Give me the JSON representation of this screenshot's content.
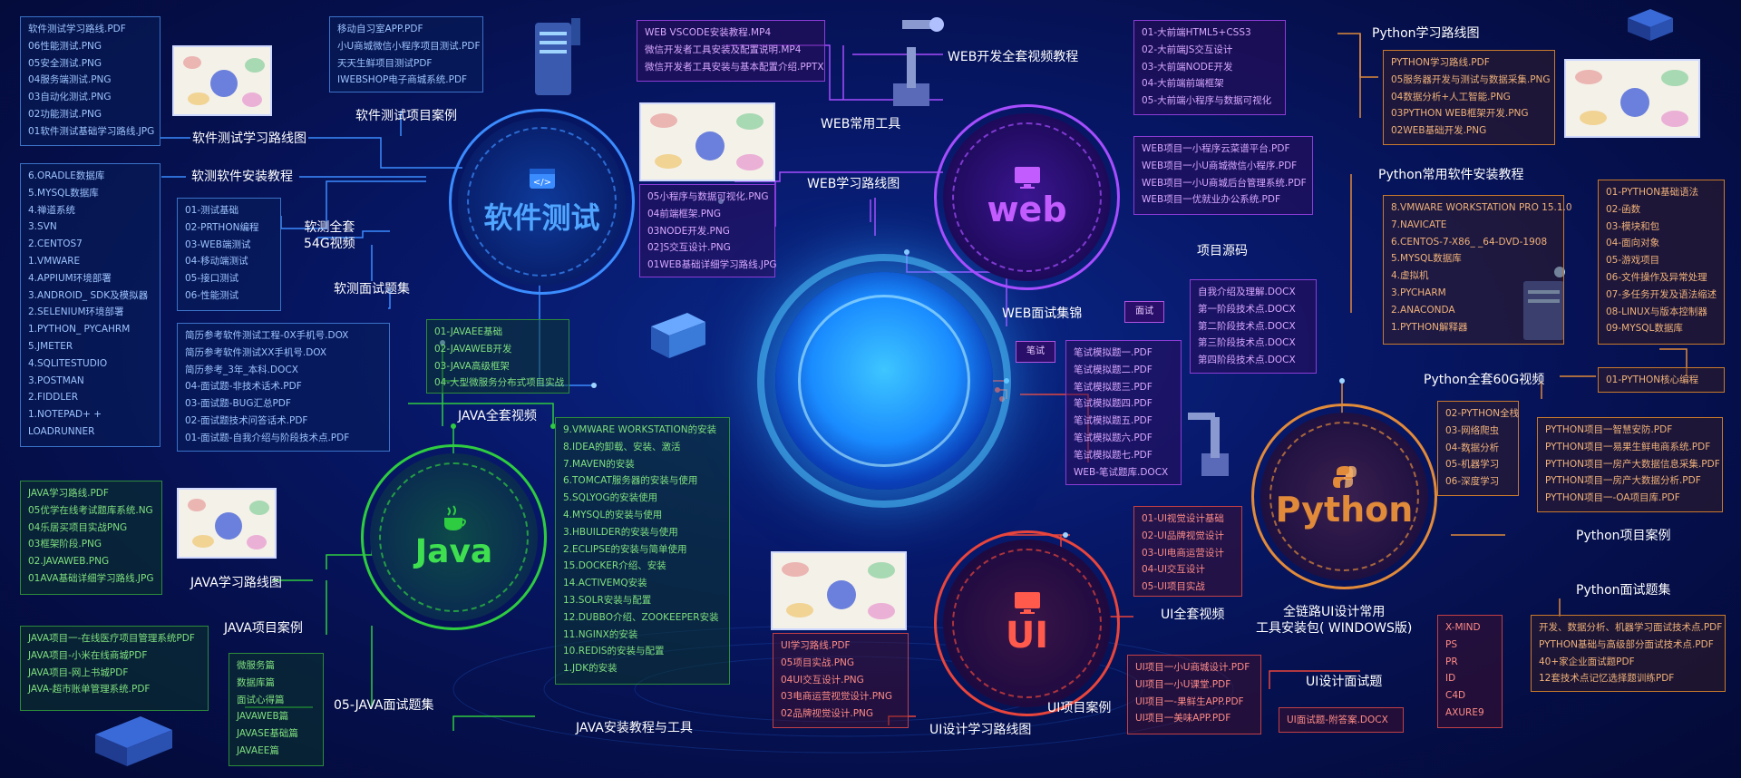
{
  "colors": {
    "test": "#3b8cff",
    "web": "#a64dff",
    "java": "#2ecc40",
    "ui": "#e8453c",
    "python": "#e08a3a",
    "center": "#2fb0ff"
  },
  "hubs": {
    "test": {
      "title": "软件测试",
      "icon": "code-window-icon"
    },
    "web": {
      "title": "web",
      "icon": "monitor-icon"
    },
    "java": {
      "title": "Java",
      "icon": "coffee-cup-icon"
    },
    "ui": {
      "title": "UI",
      "icon": "monitor-icon"
    },
    "python": {
      "title": "Python",
      "icon": "python-logo-icon"
    }
  },
  "test": {
    "roadmap_files": [
      "软件测试学习路线.PDF",
      "06性能测试.PNG",
      "05安全测试.PNG",
      "04服务端测试.PNG",
      "03自动化测试.PNG",
      "02功能测试.PNG",
      "01软件测试基础学习路线.JPG"
    ],
    "roadmap_label": "软件测试学习路线图",
    "projects": [
      "移动自习室APP.PDF",
      "小U商城微信小程序项目测试.PDF",
      "天天生鲜项目测试PDF",
      "IWEBSHOP电子商城系统.PDF"
    ],
    "projects_label": "软件测试项目案例",
    "tools_label": "软测软件安装教程",
    "tools": [
      "6.ORADLE数据库",
      "5.MYSQL数据库",
      "4.禅道系统",
      "3.SVN",
      "2.CENTOS7",
      "1.VMWARE",
      "4.APPIUM环境部署",
      "3.ANDROID_ SDK及模拟器",
      "2.SELENIUM环境部署",
      "1.PYTHON_ PYCAHRM",
      "5.JMETER",
      "4.SQLITESTUDIO",
      "3.POSTMAN",
      "2.FIDDLER",
      "1.NOTEPAD+ +",
      "LOADRUNNER"
    ],
    "video_label": "软测全套\n54G视频",
    "videos": [
      "01-测试基础",
      "02-PRTHON编程",
      "03-WEB端测试",
      "04-移动端测试",
      "05-接口测试",
      "06-性能测试"
    ],
    "interview_label": "软测面试题集",
    "interviews": [
      "简历参考软件测试工程-0X手机号.DOX",
      "简历参考软件测试XX手机号.DOX",
      "简历参考_3年_本科.DOCX",
      "04-面试题-非技术话术.PDF",
      "03-面试题-BUG汇总PDF",
      "02-面试题技术问答话术.PDF",
      "01-面试题-自我介绍与阶段技术点.PDF"
    ]
  },
  "web": {
    "tools": [
      "WEB VSCODE安装教程.MP4",
      "微信开发者工具安装及配置说明.MP4",
      "微信开发者工具安装与基本配置介绍.PPTX"
    ],
    "tools_label": "WEB常用工具",
    "roadmap_label": "WEB学习路线图",
    "roadmap_files": [
      "05小程序与数据可视化.PNG",
      "04前端框架.PNG",
      "03NODE开发.PNG",
      "02]S交互设计.PNG",
      "01WEB基础详细学习路线.JPG"
    ],
    "video_label": "WEB开发全套视频教程",
    "videos": [
      "01-大前端HTML5+CSS3",
      "02-大前端JS交互设计",
      "03-大前端NODE开发",
      "04-大前端前端框架",
      "05-大前端小程序与数据可视化"
    ],
    "projects": [
      "WEB项目一小程序云菜谱平台.PDF",
      "WEB项目一小U商城微信小程序.PDF",
      "WEB项目一小U商城后台管理系统.PDF",
      "WEB项目一优就业办公系统.PDF"
    ],
    "projects_label": "项目源码",
    "interview_label": "WEB面试集锦",
    "interview_tag": "面试",
    "written_tag": "笔试",
    "interviews": [
      "自我介绍及理解.DOCX",
      "第一阶段技术点.DOCX",
      "第二阶段技术点.DOCX",
      "第三阶段技术点.DOCX",
      "第四阶段技术点.DOCX"
    ],
    "written": [
      "笔试模拟题一.PDF",
      "笔试模拟题二.PDF",
      "笔试模拟题三.PDF",
      "笔试模拟题四.PDF",
      "笔试模拟题五.PDF",
      "笔试模拟题六.PDF",
      "笔试模拟题七.PDF",
      "WEB-笔试题库.DOCX"
    ]
  },
  "java": {
    "videos": [
      "01-JAVAEE基础",
      "02-JAVAWEB开发",
      "03-JAVA高级框架",
      "04-大型微服务分布式项目实战"
    ],
    "video_label": "JAVA全套视频",
    "tools": [
      "9.VMWARE WORKSTATION的安装",
      "8.IDEA的卸载、安装、激活",
      "7.MAVEN的安装",
      "6.TOMCAT服务器的安装与使用",
      "5.SQLYOG的安装使用",
      "4.MYSQL的安装与使用",
      "3.HBUILDER的安装与使用",
      "2.ECLIPSE的安装与简单使用",
      "15.DOCKER介绍、安装",
      "14.ACTIVEMQ安装",
      "13.SOLR安装与配置",
      "12.DUBBO介绍、ZOOKEEPER安装",
      "11.NGINX的安装",
      "10.REDIS的安装与配置",
      "1.JDK的安装"
    ],
    "tools_label": "JAVA安装教程与工具",
    "roadmap_files": [
      "JAVA学习路线.PDF",
      "05优学在线考试题库系统.NG",
      "04乐居买项目实战PNG",
      "03框架阶段.PNG",
      "02.JAVAWEB.PNG",
      "01AVA基础详细学习路线.JPG"
    ],
    "roadmap_label": "JAVA学习路线图",
    "projects": [
      "JAVA项目一-在线医疗项目管理系统PDF",
      "JAVA项目-小米在线商城PDF",
      "JAVA项目-网上书城PDF",
      "JAVA-超市账单管理系统.PDF"
    ],
    "projects_label": "JAVA项目案例",
    "interviews": [
      "微服务篇",
      "数据库篇",
      "面试心得篇",
      "JAVAWEB篇",
      "JAVASE基础篇",
      "JAVAEE篇"
    ],
    "interview_label": "05-JAVA面试题集"
  },
  "ui": {
    "videos": [
      "01-UI视觉设计基础",
      "02-UI品牌视觉设计",
      "03-UI电商运营设计",
      "04-UI交互设计",
      "05-UI项目实战"
    ],
    "video_label": "UI全套视频",
    "roadmap_files": [
      "UI学习路线.PDF",
      "05项目实战.PNG",
      "04UI交互设计.PNG",
      "03电商运营视觉设计.PNG",
      "02品牌视觉设计.PNG"
    ],
    "roadmap_label": "UI设计学习路线图",
    "projects": [
      "UI项目一小U商城设计.PDF",
      "UI项目一小U课堂.PDF",
      "UI项目一-果鲜生APP.PDF",
      "UI项目一美味APP.PDF"
    ],
    "projects_label": "UI项目案例",
    "tools_label": "全链路UI设计常用\n工具安装包( WINDOWS版)",
    "tools": [
      "X-MIND",
      "PS",
      "PR",
      "ID",
      "C4D",
      "AXURE9"
    ],
    "interview_label": "UI设计面试题",
    "interviews": [
      "UI面试题-附答案.DOCX"
    ]
  },
  "python": {
    "roadmap_label": "Python学习路线图",
    "roadmap_files": [
      "PYTHON学习路线.PDF",
      "05服务器开发与测试与数据采集.PNG",
      "04数据分析+人工智能.PNG",
      "03PYTHON WEB框架开发.PNG",
      "02WEB基础开发.PNG"
    ],
    "tools_label": "Python常用软件安装教程",
    "tools": [
      "8.VMWARE WORKSTATION PRO 15.1.0",
      "7.NAVICATE",
      "6.CENTOS-7-X86_ _64-DVD-1908",
      "5.MYSQL数据库",
      "4.虚拟机",
      "3.PYCHARM",
      "2.ANACONDA",
      "1.PYTHON解释器"
    ],
    "basics": [
      "01-PYTHON基础语法",
      "02-函数",
      "03-模块和包",
      "04-面向对象",
      "05-游戏项目",
      "06-文件操作及异常处理",
      "07-多任务开发及语法缩述",
      "08-LINUX与版本控制器",
      "09-MYSQL数据库"
    ],
    "core_label": "01-PYTHON核心编程",
    "video_label": "Python全套60G视频",
    "videos": [
      "02-PYTHON全栈",
      "03-网络爬虫",
      "04-数据分析",
      "05-机器学习",
      "06-深度学习"
    ],
    "projects": [
      "PYTHON项目一智慧安防.PDF",
      "PYTHON项目一易果生鲜电商系统.PDF",
      "PYTHON项目一房产大数据信息采集.PDF",
      "PYTHON项目一房产大数据分析.PDF",
      "PYTHON项目一-OA项目库.PDF"
    ],
    "projects_label": "Python项目案例",
    "interview_label": "Python面试题集",
    "interviews": [
      "开发、数据分析、机器学习面试技术点.PDF",
      "PYTHON基础与高级部分面试技术点.PDF",
      "40+家企业面试题PDF",
      "12套技术点记忆选择题训练PDF"
    ]
  }
}
